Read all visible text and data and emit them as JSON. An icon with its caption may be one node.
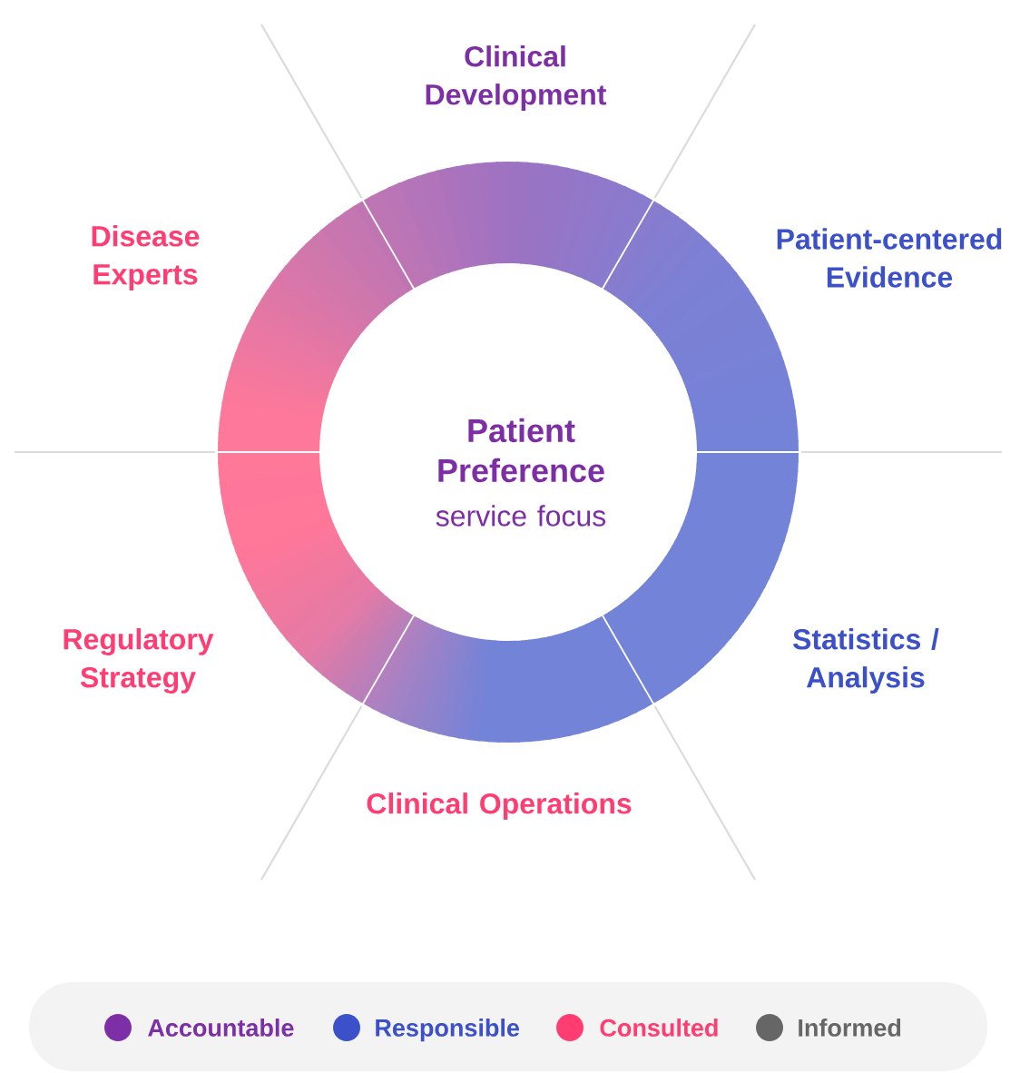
{
  "diagram": {
    "nodes": [
      {
        "text": [],
        "shape": "segment",
        "beside": [
          "Clinical Development"
        ]
      },
      {
        "text": [],
        "shape": "segment",
        "beside": [
          "Disease Experts"
        ]
      },
      {
        "text": [],
        "shape": "segment",
        "beside": [
          "Patient-centered Evidence"
        ]
      },
      {
        "text": [
          "Patient Preference",
          "service focus"
        ]
      },
      {
        "text": [],
        "shape": "segment",
        "beside": [
          "Regulatory Strategy"
        ]
      },
      {
        "text": [],
        "shape": "segment",
        "beside": [
          "Statistics / Analysis"
        ]
      },
      {
        "text": [],
        "shape": "segment",
        "beside": [
          "Clinical Operations"
        ]
      }
    ],
    "legend": [
      {
        "text": "Accountable",
        "color": "#7d2fa6"
      },
      {
        "text": "Responsible",
        "color": "#3b50c9"
      },
      {
        "text": "Consulted",
        "color": "#ff3d72"
      },
      {
        "text": "Informed",
        "color": "#666666"
      }
    ]
  }
}
